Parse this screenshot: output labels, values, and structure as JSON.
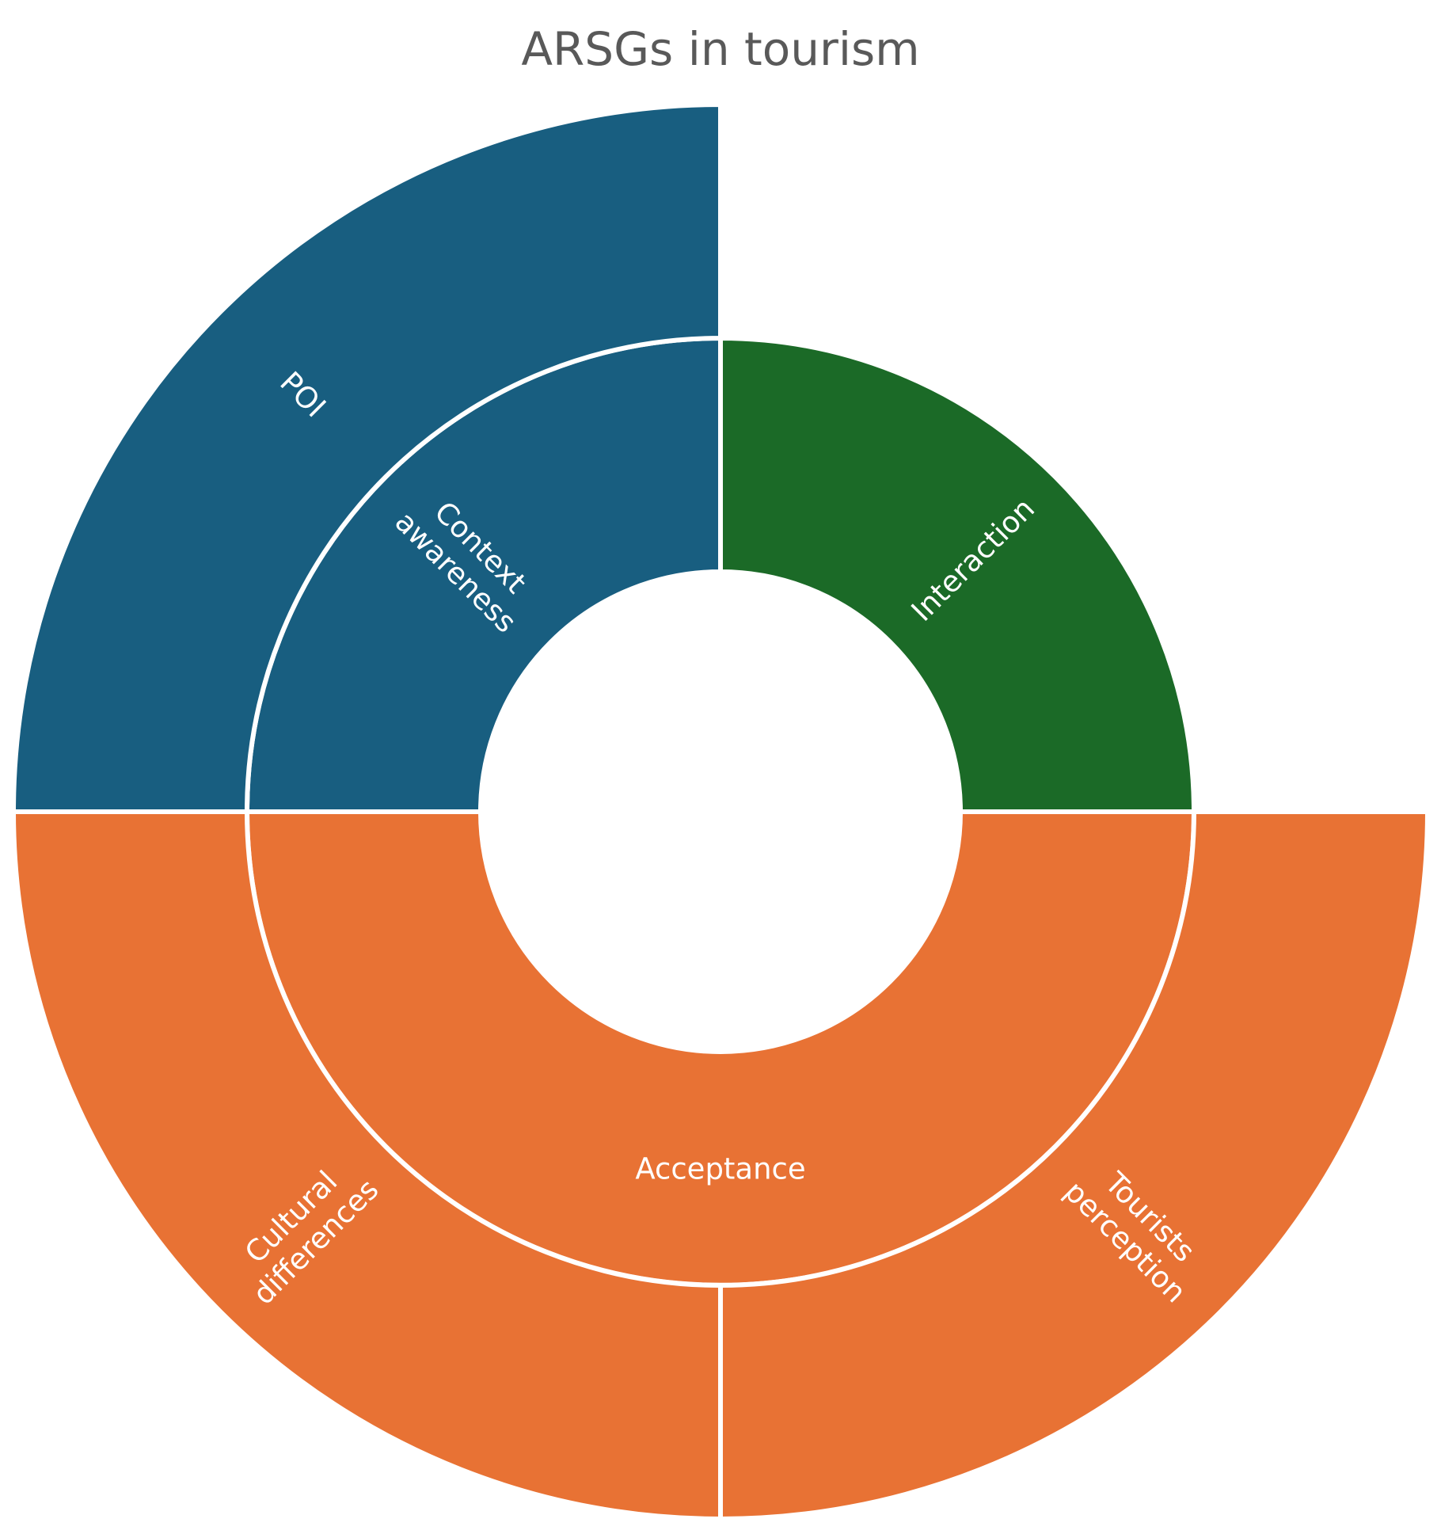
{
  "chart_data": {
    "type": "sunburst",
    "title": "ARSGs in tourism",
    "colors": {
      "Context awareness": "#185e80",
      "Interaction": "#1b6a27",
      "Acceptance": "#e87234"
    },
    "inner_ring": [
      {
        "label": "Context awareness",
        "value": 1
      },
      {
        "label": "Interaction",
        "value": 1
      },
      {
        "label": "Acceptance",
        "value": 2
      }
    ],
    "outer_ring": [
      {
        "label": "POI",
        "parent": "Context awareness",
        "value": 1
      },
      {
        "label": "Tourists perception",
        "parent": "Acceptance",
        "value": 1
      },
      {
        "label": "Cultural differences",
        "parent": "Acceptance",
        "value": 1
      }
    ]
  }
}
